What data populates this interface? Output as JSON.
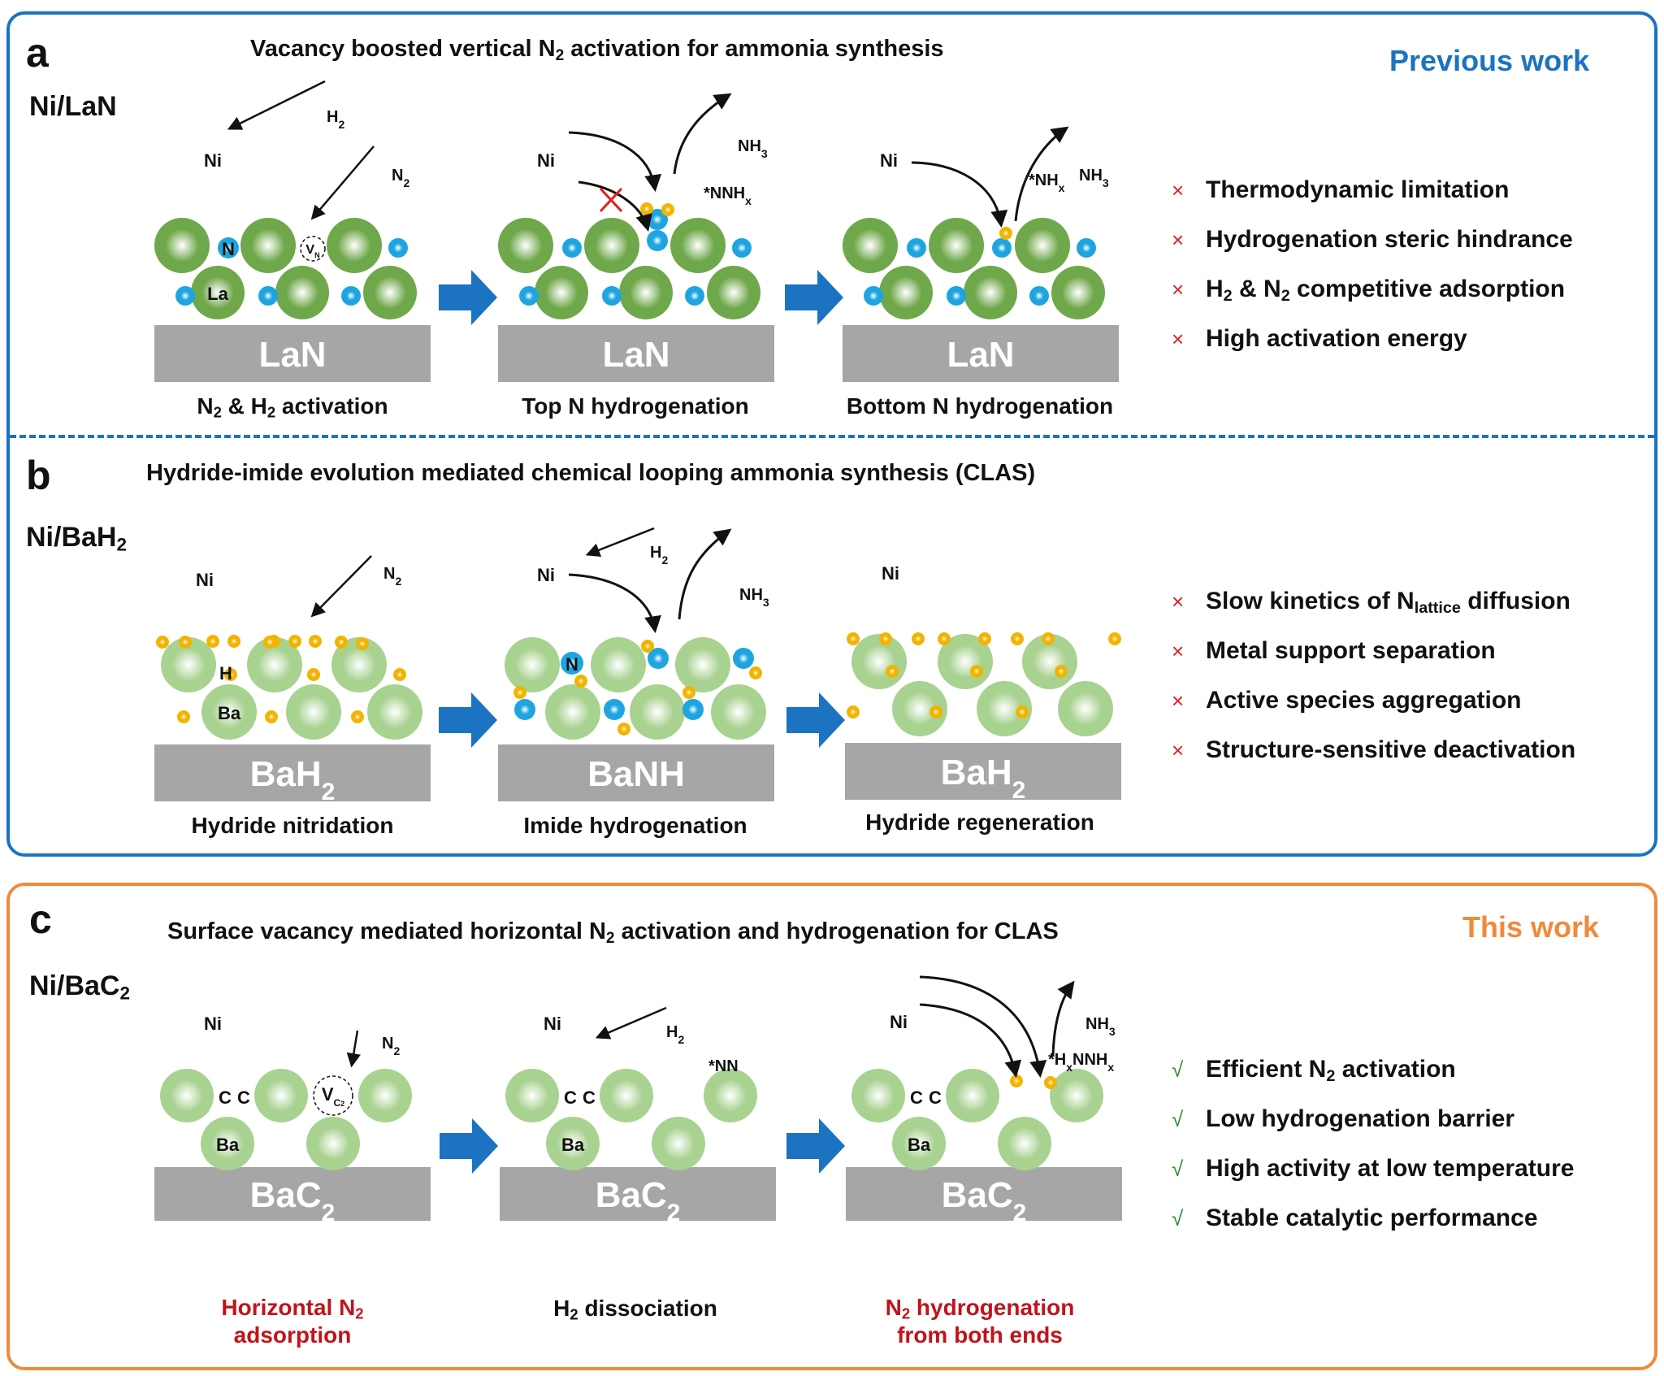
{
  "colors": {
    "previous_accent": "#1b73c2",
    "this_work_accent": "#ef8a3c",
    "con_mark": "#e02020",
    "pro_mark": "#2e8b2e",
    "highlight_caption": "#c0141a",
    "ni_atom": "#b9b9b9",
    "la_atom": "#6fa84a",
    "ba_atom": "#a8d290",
    "n_atom": "#1ea5e0",
    "h_atom": "#f2b400",
    "c_atom": "#c05a14",
    "support_block": "#a6a6a6",
    "process_arrow": "#1b73c2"
  },
  "panel_a": {
    "letter": "a",
    "title_html": "Vacancy boosted vertical N<sub>2</sub> activation for ammonia synthesis",
    "catalyst_html": "Ni/LaN",
    "tag": "Previous work",
    "steps": [
      {
        "caption_html": "N<sub>2</sub> &amp; H<sub>2</sub> activation",
        "support_html": "LaN"
      },
      {
        "caption_html": "Top N hydrogenation",
        "support_html": "LaN"
      },
      {
        "caption_html": "Bottom N hydrogenation",
        "support_html": "LaN"
      }
    ],
    "molecule_labels": {
      "h2": "H<tspan baseline-shift='sub' font-size='14'>2</tspan>",
      "n2": "N<tspan baseline-shift='sub' font-size='14'>2</tspan>",
      "nh3": "NH<tspan baseline-shift='sub' font-size='14'>3</tspan>",
      "nnhx": "*NNH<tspan baseline-shift='sub' font-size='14'>x</tspan>",
      "nhx": "*NH<tspan baseline-shift='sub' font-size='14'>x</tspan>",
      "vacancy": "V<tspan baseline-shift='sub' font-size='9'>N</tspan>"
    },
    "atom_labels": {
      "ni": "Ni",
      "n": "N",
      "la": "La"
    },
    "drawbacks_mark": "×",
    "drawbacks": [
      "Thermodynamic limitation",
      "Hydrogenation steric hindrance",
      "H<sub>2</sub> &amp; N<sub>2</sub> competitive adsorption",
      "High activation energy"
    ]
  },
  "panel_b": {
    "letter": "b",
    "title_html": "Hydride-imide evolution mediated chemical looping ammonia synthesis (CLAS)",
    "catalyst_html": "Ni/BaH<sub>2</sub>",
    "steps": [
      {
        "caption_html": "Hydride nitridation",
        "support_html": "BaH<sub>2</sub>"
      },
      {
        "caption_html": "Imide hydrogenation",
        "support_html": "BaNH"
      },
      {
        "caption_html": "Hydride regeneration",
        "support_html": "BaH<sub>2</sub>"
      }
    ],
    "molecule_labels": {
      "h2": "H<tspan baseline-shift='sub' font-size='14'>2</tspan>",
      "n2": "N<tspan baseline-shift='sub' font-size='14'>2</tspan>",
      "nh3": "NH<tspan baseline-shift='sub' font-size='14'>3</tspan>"
    },
    "atom_labels": {
      "ni": "Ni",
      "h": "H",
      "ba": "Ba",
      "n": "N"
    },
    "drawbacks_mark": "×",
    "drawbacks": [
      "Slow kinetics of N<sub>lattice</sub> diffusion",
      "Metal support separation",
      "Active species aggregation",
      "Structure-sensitive deactivation"
    ]
  },
  "panel_c": {
    "letter": "c",
    "title_html": "Surface vacancy mediated horizontal N<sub>2</sub> activation and hydrogenation for CLAS",
    "catalyst_html": "Ni/BaC<sub>2</sub>",
    "tag": "This work",
    "steps": [
      {
        "caption_html": "Horizontal N<sub>2</sub><br>adsorption",
        "support_html": "BaC<sub>2</sub>",
        "highlight": true
      },
      {
        "caption_html": "H<sub>2</sub> dissociation",
        "support_html": "BaC<sub>2</sub>",
        "highlight": false
      },
      {
        "caption_html": "N<sub>2</sub> hydrogenation<br>from both ends",
        "support_html": "BaC<sub>2</sub>",
        "highlight": true
      }
    ],
    "molecule_labels": {
      "h2": "H<tspan baseline-shift='sub' font-size='14'>2</tspan>",
      "n2": "N<tspan baseline-shift='sub' font-size='14'>2</tspan>",
      "nh3": "NH<tspan baseline-shift='sub' font-size='14'>3</tspan>",
      "nn": "*NN",
      "hxnnhx": "*H<tspan baseline-shift='sub' font-size='14'>x</tspan>NNH<tspan baseline-shift='sub' font-size='14'>x</tspan>",
      "vacancy": "V<tspan baseline-shift='sub' font-size='12'>C<tspan font-size='9'>2</tspan></tspan>"
    },
    "atom_labels": {
      "ni": "Ni",
      "c": "C",
      "ba": "Ba"
    },
    "advantages_mark": "√",
    "advantages": [
      "Efficient N<sub>2</sub> activation",
      "Low hydrogenation barrier",
      "High activity at low temperature",
      "Stable catalytic performance"
    ]
  }
}
